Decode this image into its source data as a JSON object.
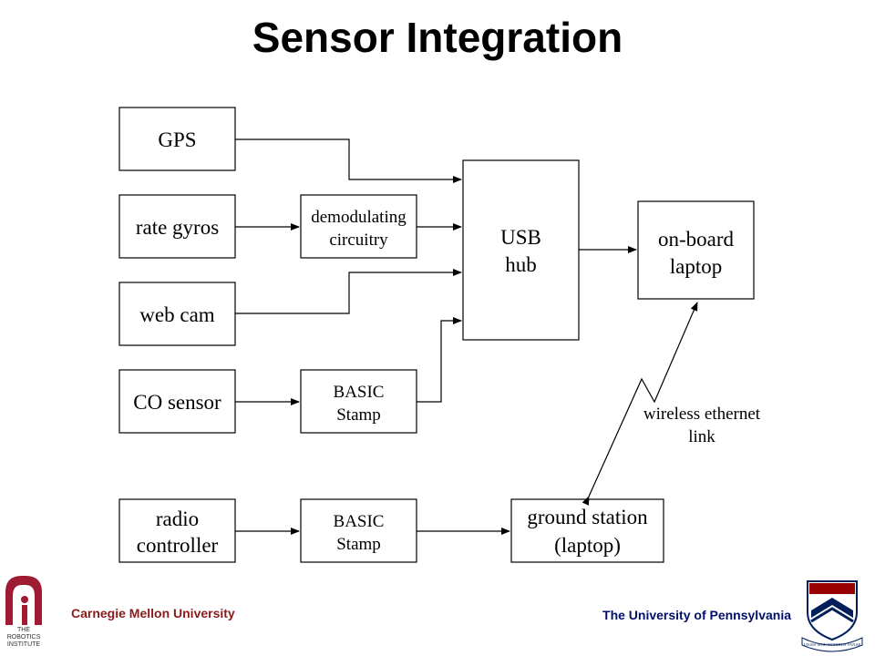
{
  "title": "Sensor Integration",
  "nodes": {
    "gps": "GPS",
    "rate_gyros": "rate gyros",
    "web_cam": "web cam",
    "co_sensor": "CO sensor",
    "radio_controller": [
      "radio",
      "controller"
    ],
    "demod": [
      "demodulating",
      "circuitry"
    ],
    "basic_stamp_1": [
      "BASIC",
      "Stamp"
    ],
    "basic_stamp_2": [
      "BASIC",
      "Stamp"
    ],
    "usb_hub": [
      "USB",
      "hub"
    ],
    "onboard_laptop": [
      "on-board",
      "laptop"
    ],
    "ground_station": [
      "ground station",
      "(laptop)"
    ]
  },
  "wireless_label": [
    "wireless ethernet",
    "link"
  ],
  "footer": {
    "left": "Carnegie Mellon University",
    "right": "The University of Pennsylvania",
    "ri_logo_text": [
      "THE",
      "ROBOTICS",
      "INSTITUTE"
    ],
    "penn_motto": "LEGES SINE MORIBUS VANAE",
    "cmu_color": "#9e1b32",
    "left_text_color": "#8b1a1a",
    "right_text_color": "#00106b",
    "penn_shield_blue": "#011f5b",
    "penn_shield_red": "#990000"
  }
}
